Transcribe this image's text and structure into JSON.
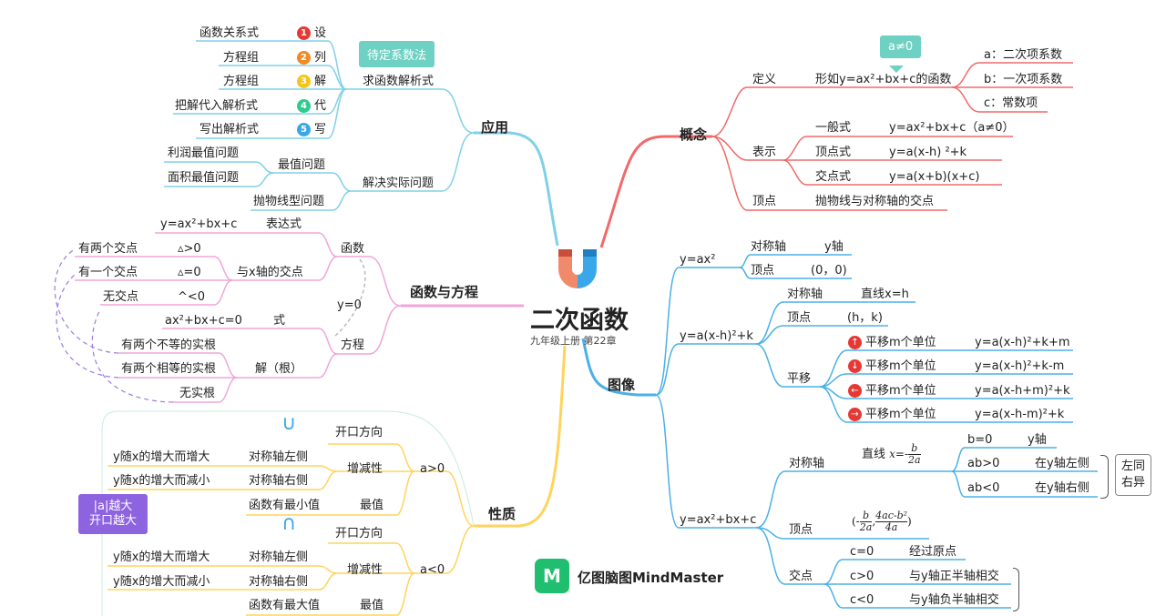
{
  "center": {
    "title": "二次函数",
    "subtitle": "九年级上册  第22章"
  },
  "branches": {
    "concept": "概念",
    "graph": "图像",
    "application": "应用",
    "func_eq": "函数与方程",
    "property": "性质"
  },
  "concept": {
    "def": "定义",
    "def_text": "形如y=ax²+bx+c的函数",
    "a_ne_0": "a≠0",
    "a": "a：二次项系数",
    "b": "b：一次项系数",
    "c": "c：常数项",
    "rep": "表示",
    "general": "一般式",
    "general_f": "y=ax²+bx+c（a≠0）",
    "vertex_form": "顶点式",
    "vertex_form_f": "y=a(x-h) ²+k",
    "intercept_form": "交点式",
    "intercept_form_f": "y=a(x+b)(x+c)",
    "vertex": "顶点",
    "vertex_def": "抛物线与对称轴的交点"
  },
  "graph": {
    "g1": "y=ax²",
    "g1_axis": "对称轴",
    "g1_axis_v": "y轴",
    "g1_vertex": "顶点",
    "g1_vertex_v": "(0，0)",
    "g2": "y=a(x-h)²+k",
    "g2_axis": "对称轴",
    "g2_axis_v": "直线x=h",
    "g2_vertex": "顶点",
    "g2_vertex_v": "(h，k)",
    "g2_shift": "平移",
    "shift_up": "平移m个单位",
    "shift_up_f": "y=a(x-h)²+k+m",
    "shift_down": "平移m个单位",
    "shift_down_f": "y=a(x-h)²+k-m",
    "shift_left": "平移m个单位",
    "shift_left_f": "y=a(x-h+m)²+k",
    "shift_right": "平移m个单位",
    "shift_right_f": "y=a(x-h-m)²+k",
    "g3": "y=ax²+bx+c",
    "g3_axis": "对称轴",
    "g3_axis_line": "直线",
    "g3_axis_xeq": "x=-",
    "g3_axis_num": "b",
    "g3_axis_den": "2a",
    "b0": "b=0",
    "b0_v": "y轴",
    "abpos": "ab>0",
    "abpos_v": "在y轴左侧",
    "abneg": "ab<0",
    "abneg_v": "在y轴右侧",
    "rule": "左同\n右异",
    "g3_vertex": "顶点",
    "vx_open": "(-",
    "vx_num1": "b",
    "vx_den1": "2a",
    "vx_comma": ",",
    "vx_num2": "4ac-b²",
    "vx_den2": "4a",
    "vx_close": ")",
    "g3_int": "交点",
    "c0": "c=0",
    "c0_v": "经过原点",
    "cpos": "c>0",
    "cpos_v": "与y轴正半轴相交",
    "cneg": "c<0",
    "cneg_v": "与y轴负半轴相交"
  },
  "application": {
    "method": "待定系数法",
    "find_expr": "求函数解析式",
    "s1": "函数关系式",
    "s1_k": "设",
    "s2": "方程组",
    "s2_k": "列",
    "s3": "方程组",
    "s3_k": "解",
    "s4": "把解代入解析式",
    "s4_k": "代",
    "s5": "写出解析式",
    "s5_k": "写",
    "solve": "解决实际问题",
    "max_min": "最值问题",
    "profit": "利润最值问题",
    "area": "面积最值问题",
    "projectile": "抛物线型问题"
  },
  "func_eq": {
    "expr_f": "y=ax²+bx+c",
    "expr": "表达式",
    "func": "函数",
    "d_pos": "▵>0",
    "d_zero": "▵=0",
    "d_neg": "^<0",
    "x_axis_int": "与x轴的交点",
    "two_int": "有两个交点",
    "one_int": "有一个交点",
    "no_int": "无交点",
    "y0": "y=0",
    "eq_f": "ax²+bx+c=0",
    "eq_form": "式",
    "equation": "方程",
    "two_roots": "有两个不等的实根",
    "equal_roots": "有两个相等的实根",
    "no_roots": "无实根",
    "solution": "解（根）"
  },
  "property": {
    "abs_a": "|a|越大\n开口越大",
    "a_pos": "a>0",
    "a_neg": "a<0",
    "open_dir": "开口方向",
    "open_dir2": "开口方向",
    "cup_up": "∪",
    "cup_down": "∩",
    "mono": "增减性",
    "mono2": "增减性",
    "left": "对称轴左侧",
    "right": "对称轴右侧",
    "left2": "对称轴左侧",
    "right2": "对称轴右侧",
    "inc": "y随x的增大而增大",
    "dec": "y随x的增大而减小",
    "inc2": "y随x的增大而增大",
    "dec2": "y随x的增大而减小",
    "extreme": "最值",
    "extreme2": "最值",
    "min": "函数有最小值",
    "max": "函数有最大值"
  },
  "brand": {
    "logo": "M",
    "name": "亿图脑图MindMaster"
  },
  "colors": {
    "concept": "#f06a6a",
    "graph": "#4ab0e6",
    "application": "#7fd0e8",
    "func_eq": "#f0a6d8",
    "property": "#ffd35c",
    "teal": "#6fd1c3",
    "purple": "#8e63e0"
  }
}
